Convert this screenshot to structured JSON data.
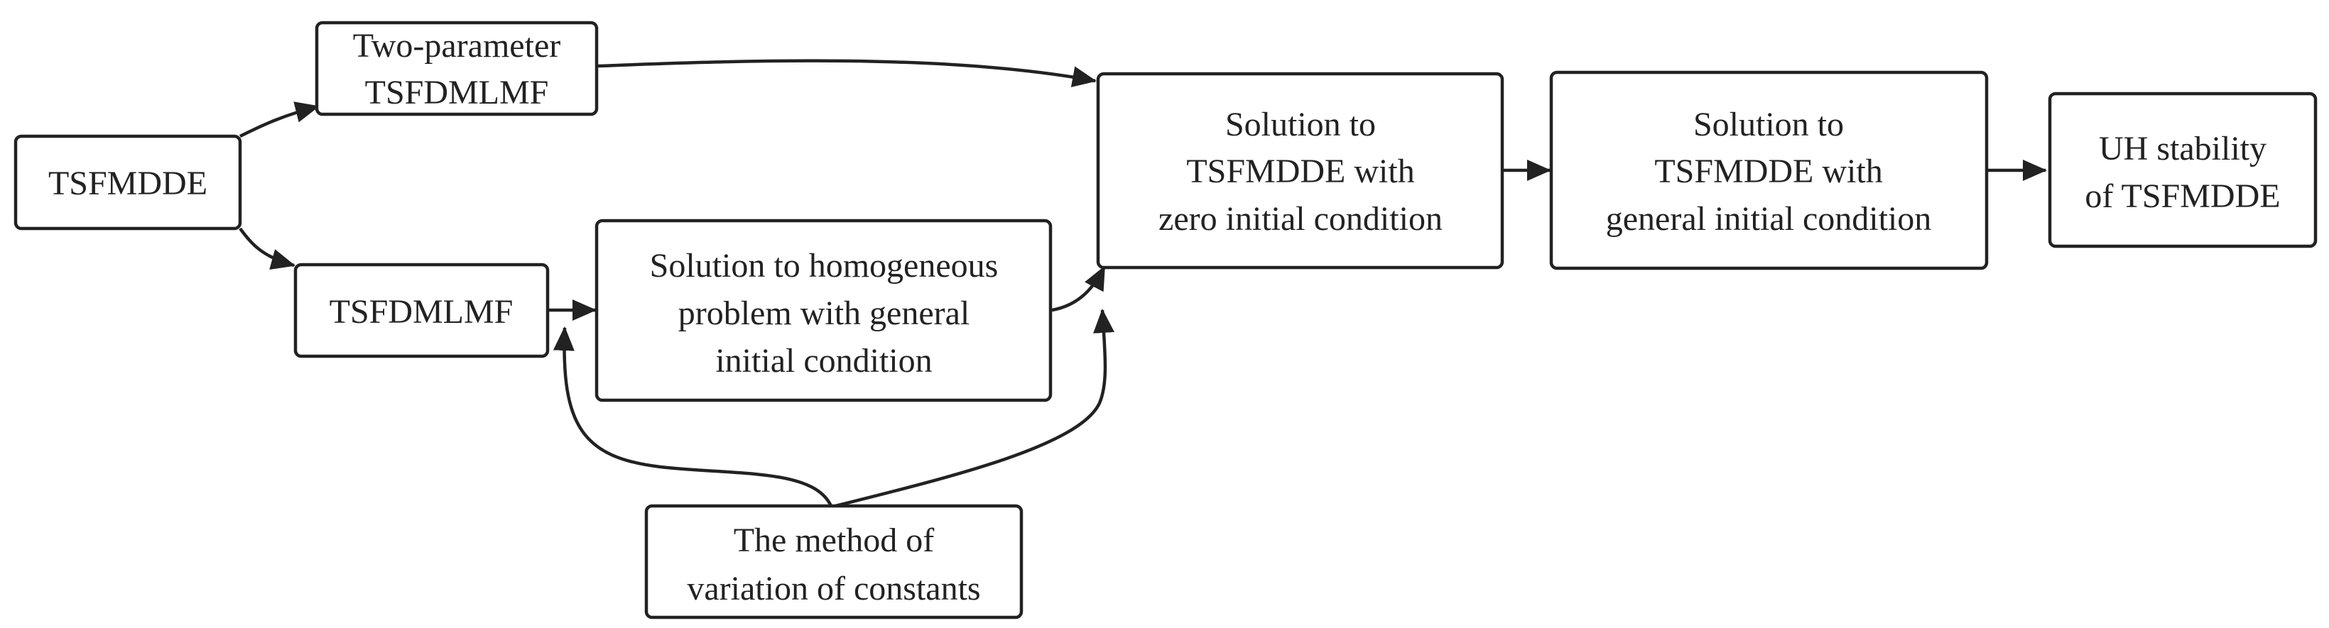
{
  "nodes": {
    "tsfmdde": {
      "lines": [
        "TSFMDDE"
      ]
    },
    "two_param": {
      "lines": [
        "Two-parameter",
        "TSFDMLMF"
      ]
    },
    "tsfdmlmf": {
      "lines": [
        "TSFDMLMF"
      ]
    },
    "homogeneous": {
      "lines": [
        "Solution to homogeneous",
        "problem with general",
        "initial condition"
      ]
    },
    "method": {
      "lines": [
        "The method of",
        "variation of constants"
      ]
    },
    "zero_initial": {
      "lines": [
        "Solution to",
        "TSFMDDE with",
        "zero initial condition"
      ]
    },
    "general_initial": {
      "lines": [
        "Solution to",
        "TSFMDDE with",
        "general initial condition"
      ]
    },
    "uh_stability": {
      "lines": [
        "UH stability",
        "of TSFMDDE"
      ]
    }
  },
  "colors": {
    "stroke": "#222222",
    "fill": "#ffffff",
    "text": "#222222"
  }
}
